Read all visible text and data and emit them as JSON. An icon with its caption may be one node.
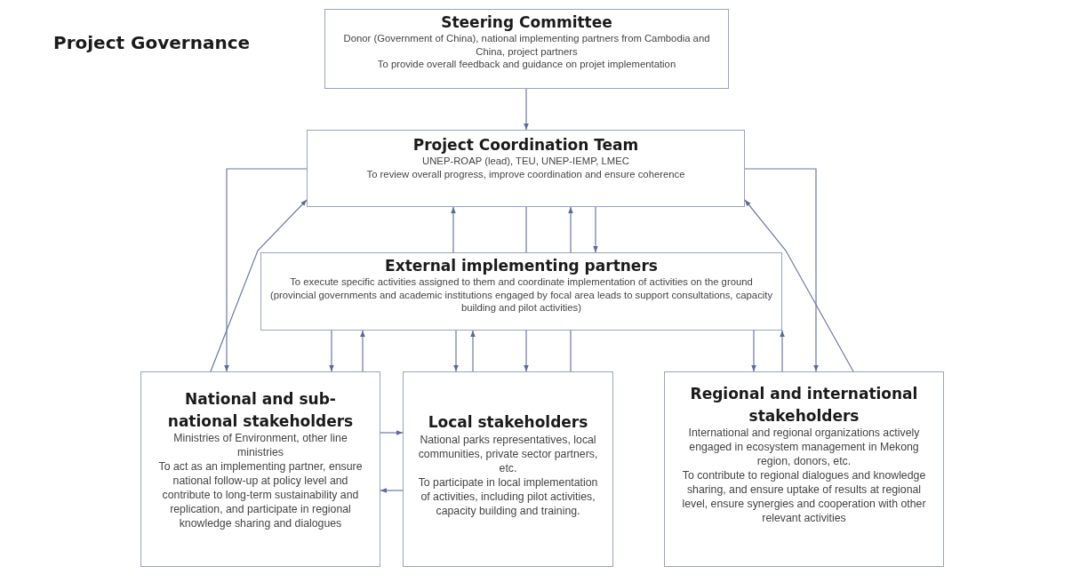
{
  "diagram": {
    "title": "Project Governance",
    "nodes": [
      {
        "text": [
          "Steering Committee",
          "Donor (Government of China), national implementing partners from Cambodia and China, project partners",
          "To provide overall feedback and guidance on projet implementation"
        ]
      },
      {
        "text": [
          "Project Coordination Team",
          "UNEP-ROAP (lead), TEU, UNEP-IEMP, LMEC",
          "To review overall progress, improve coordination and ensure coherence"
        ]
      },
      {
        "text": [
          "External implementing partners",
          "To execute specific activities assigned to them and coordinate implementation of activities on the ground (provincial governments and academic institutions engaged by focal area leads to support consultations, capacity building and pilot activities)"
        ]
      },
      {
        "text": [
          "National and sub-national stakeholders",
          "Ministries of Environment, other line ministries",
          "To act as an implementing partner, ensure national follow-up at policy level and contribute to long-term sustainability and replication, and participate in regional knowledge sharing and dialogues"
        ]
      },
      {
        "text": [
          "Local stakeholders",
          "National parks representatives, local communities, private sector partners, etc.",
          "To participate in local implementation of activities, including pilot activities, capacity building and training."
        ]
      },
      {
        "text": [
          "Regional and international stakeholders",
          "International and regional organizations actively engaged in ecosystem management in Mekong region, donors, etc.",
          "To contribute to regional dialogues and knowledge sharing, and ensure uptake of results at regional level, ensure synergies and cooperation with other relevant activities"
        ]
      }
    ],
    "edges": [
      {
        "from": 0,
        "to": 1,
        "arrow": "to"
      },
      {
        "from": 1,
        "to": 3,
        "arrow": "to"
      },
      {
        "from": 3,
        "to": 1,
        "arrow": "to"
      },
      {
        "from": 2,
        "to": 1,
        "arrow": "to"
      },
      {
        "from": 1,
        "to": 2,
        "arrow": "to"
      },
      {
        "from": 2,
        "to": 1,
        "arrow": "to"
      },
      {
        "from": 1,
        "to": 2,
        "arrow": "none"
      },
      {
        "from": 1,
        "to": 5,
        "arrow": "to"
      },
      {
        "from": 5,
        "to": 1,
        "arrow": "to"
      },
      {
        "from": 2,
        "to": 3,
        "arrow": "to"
      },
      {
        "from": 3,
        "to": 2,
        "arrow": "to"
      },
      {
        "from": 2,
        "to": 4,
        "arrow": "to"
      },
      {
        "from": 4,
        "to": 2,
        "arrow": "to"
      },
      {
        "from": 2,
        "to": 4,
        "arrow": "to"
      },
      {
        "from": 4,
        "to": 2,
        "arrow": "none"
      },
      {
        "from": 2,
        "to": 5,
        "arrow": "to"
      },
      {
        "from": 5,
        "to": 2,
        "arrow": "to"
      },
      {
        "from": 3,
        "to": 4,
        "arrow": "to"
      },
      {
        "from": 4,
        "to": 3,
        "arrow": "to"
      }
    ]
  }
}
